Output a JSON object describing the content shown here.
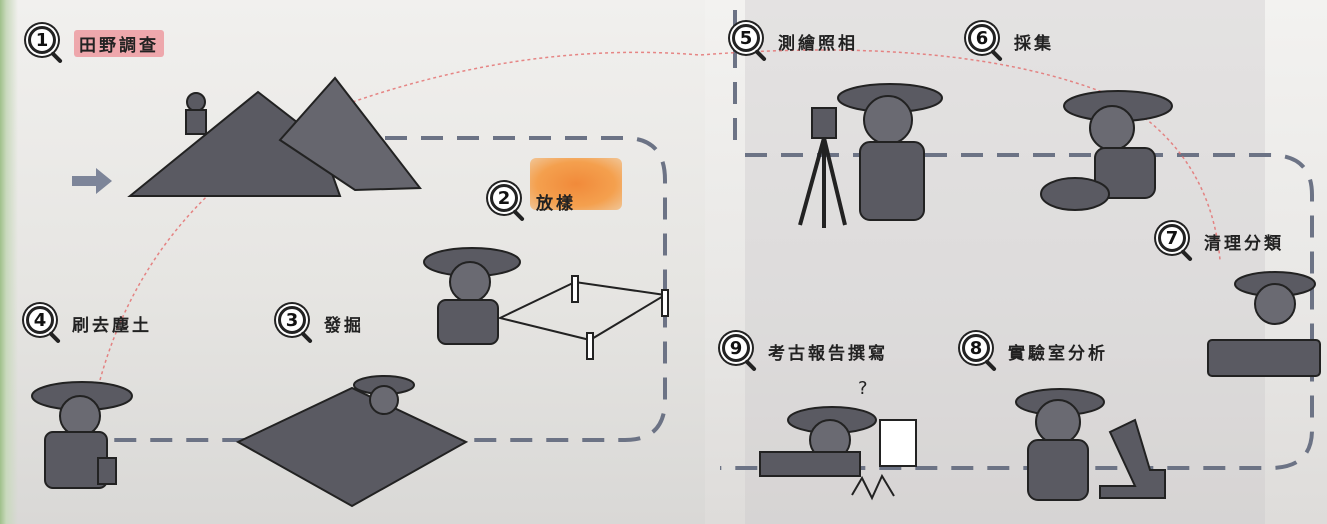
{
  "steps": [
    {
      "number": "1",
      "label": "田野調查"
    },
    {
      "number": "2",
      "label": "放樣"
    },
    {
      "number": "3",
      "label": "發掘"
    },
    {
      "number": "4",
      "label": "刷去塵土"
    },
    {
      "number": "5",
      "label": "測繪照相"
    },
    {
      "number": "6",
      "label": "採集"
    },
    {
      "number": "7",
      "label": "清理分類"
    },
    {
      "number": "8",
      "label": "實驗室分析"
    },
    {
      "number": "9",
      "label": "考古報告撰寫"
    }
  ],
  "icons": [
    "magnifier-icon",
    "arrow-right-icon",
    "question-mark-icon"
  ],
  "colors": {
    "figure": "#5a5a62",
    "outline": "#222222",
    "dashed_path": "#6c7385",
    "highlight_red": "#ec6e78",
    "highlight_orange": "#f18a3a",
    "pencil_trace": "#e46a6a"
  }
}
